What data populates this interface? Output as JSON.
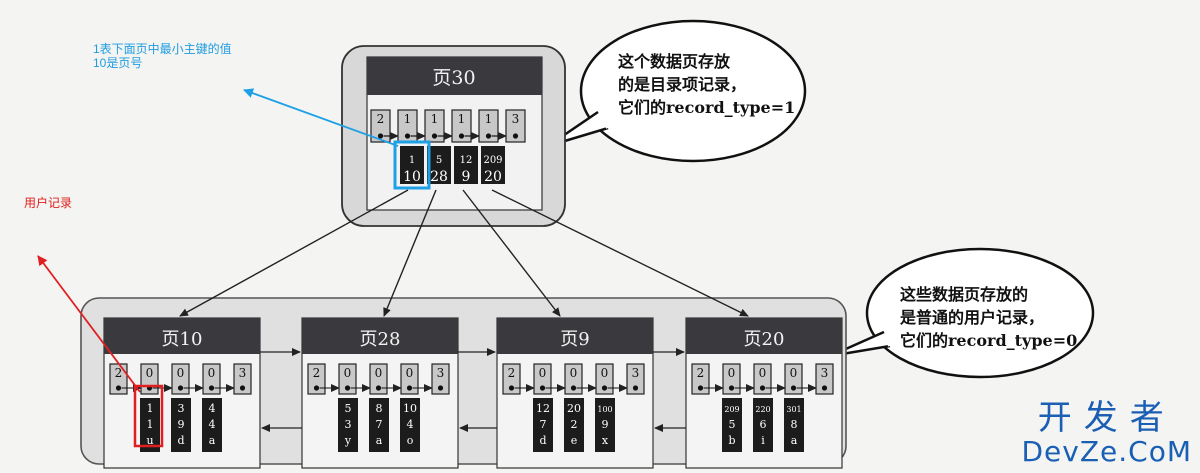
{
  "annotations": {
    "blue_line1": "1表下面页中最小主键的值",
    "blue_line2": "10是页号",
    "red": "用户记录"
  },
  "callouts": {
    "top": [
      "这个数据页存放",
      "的是目录项记录，",
      "它们的record_type=1"
    ],
    "bottom": [
      "这些数据页存放的",
      "是普通的用户记录，",
      "它们的record_type=0"
    ]
  },
  "watermark": {
    "cn": "开发者",
    "en": "DevZe.CoM"
  },
  "directory_page": {
    "title": "页30",
    "slots": [
      "2",
      "1",
      "1",
      "1",
      "1",
      "3"
    ],
    "records": [
      {
        "key": "1",
        "page": "10"
      },
      {
        "key": "5",
        "page": "28"
      },
      {
        "key": "12",
        "page": "9"
      },
      {
        "key": "209",
        "page": "20"
      }
    ]
  },
  "leaf_pages": [
    {
      "title": "页10",
      "slots": [
        "2",
        "0",
        "0",
        "0",
        "3"
      ],
      "records": [
        [
          "1",
          "1",
          "u"
        ],
        [
          "3",
          "9",
          "d"
        ],
        [
          "4",
          "4",
          "a"
        ]
      ]
    },
    {
      "title": "页28",
      "slots": [
        "2",
        "0",
        "0",
        "0",
        "3"
      ],
      "records": [
        [
          "5",
          "3",
          "y"
        ],
        [
          "8",
          "7",
          "a"
        ],
        [
          "10",
          "4",
          "o"
        ]
      ]
    },
    {
      "title": "页9",
      "slots": [
        "2",
        "0",
        "0",
        "0",
        "3"
      ],
      "records": [
        [
          "12",
          "7",
          "d"
        ],
        [
          "20",
          "2",
          "e"
        ],
        [
          "100",
          "9",
          "x"
        ]
      ]
    },
    {
      "title": "页20",
      "slots": [
        "2",
        "0",
        "0",
        "0",
        "3"
      ],
      "records": [
        [
          "209",
          "5",
          "b"
        ],
        [
          "220",
          "6",
          "i"
        ],
        [
          "301",
          "8",
          "a"
        ]
      ]
    }
  ],
  "colors": {
    "header": "#3a3a3e",
    "record": "#1c1c1c",
    "slot": "#c8c8c8",
    "highlight_blue": "#1ea0e6",
    "highlight_red": "#e02020"
  }
}
